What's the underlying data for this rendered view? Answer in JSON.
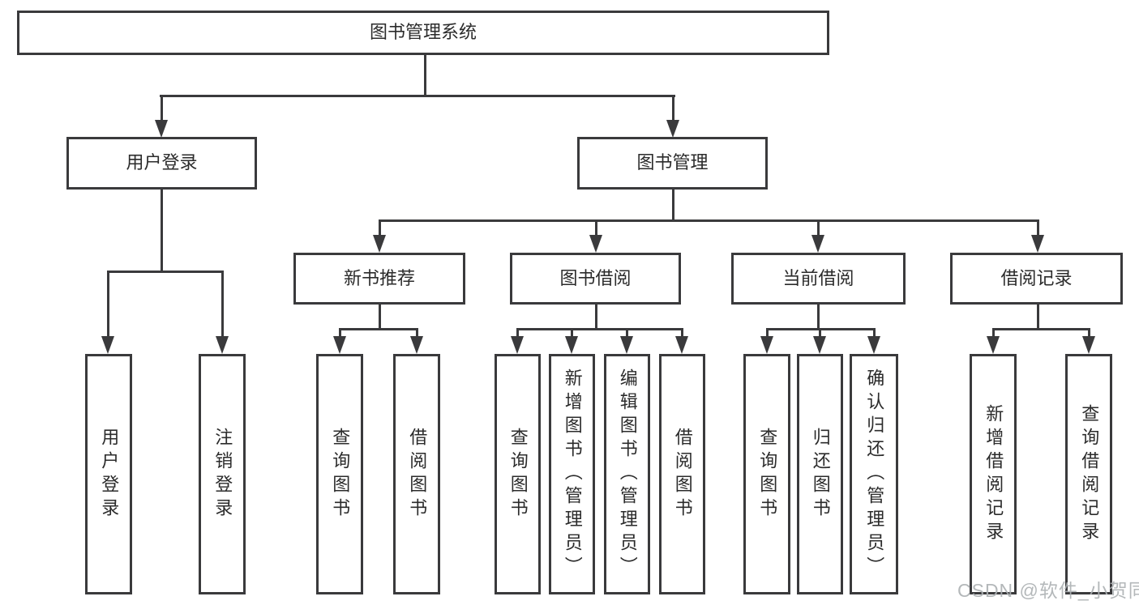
{
  "colors": {
    "line": "#3a3a3c",
    "box_border": "#3a3a3c",
    "text": "#2b2b2b",
    "background": "#ffffff",
    "watermark": "#acb0b3"
  },
  "watermark": {
    "text": "CSDN @软件_小贺同学"
  },
  "tree": {
    "label": "图书管理系统",
    "children": [
      {
        "label": "用户登录",
        "children": [
          {
            "label": "用户登录"
          },
          {
            "label": "注销登录"
          }
        ]
      },
      {
        "label": "图书管理",
        "children": [
          {
            "label": "新书推荐",
            "children": [
              {
                "label": "查询图书"
              },
              {
                "label": "借阅图书"
              }
            ]
          },
          {
            "label": "图书借阅",
            "children": [
              {
                "label": "查询图书"
              },
              {
                "label": "新增图书（管理员）"
              },
              {
                "label": "编辑图书（管理员）"
              },
              {
                "label": "借阅图书"
              }
            ]
          },
          {
            "label": "当前借阅",
            "children": [
              {
                "label": "查询图书"
              },
              {
                "label": "归还图书"
              },
              {
                "label": "确认归还（管理员）"
              }
            ]
          },
          {
            "label": "借阅记录",
            "children": [
              {
                "label": "新增借阅记录"
              },
              {
                "label": "查询借阅记录"
              }
            ]
          }
        ]
      }
    ]
  }
}
